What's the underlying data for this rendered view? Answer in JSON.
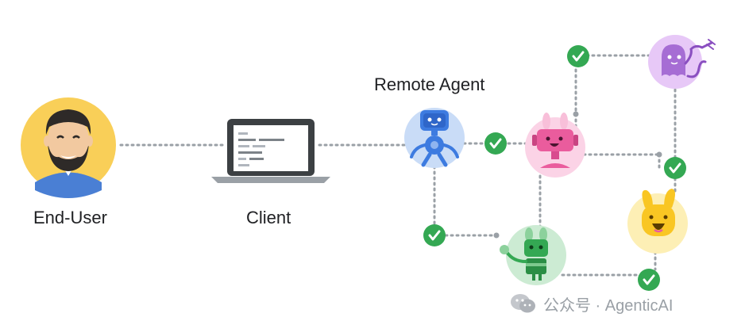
{
  "labels": {
    "end_user": "End-User",
    "client": "Client",
    "remote_agent": "Remote Agent"
  },
  "watermark": {
    "text": "公众号 · AgenticAI",
    "icon": "wechat-icon"
  },
  "colors": {
    "connector": "#9aa0a6",
    "check": "#34a853",
    "end_user_bg": "#f9cf58",
    "remote_agent_bg": "#c9dcf7",
    "pink_agent_bg": "#fbd3e6",
    "purple_agent_bg": "#e7c8f7",
    "yellow_agent_bg": "#fdefb5",
    "green_agent_bg": "#ccebd3"
  },
  "icons": [
    "end-user-avatar",
    "laptop-icon",
    "robot-blue",
    "robot-pink",
    "robot-purple",
    "robot-yellow",
    "robot-green",
    "check-icon"
  ]
}
